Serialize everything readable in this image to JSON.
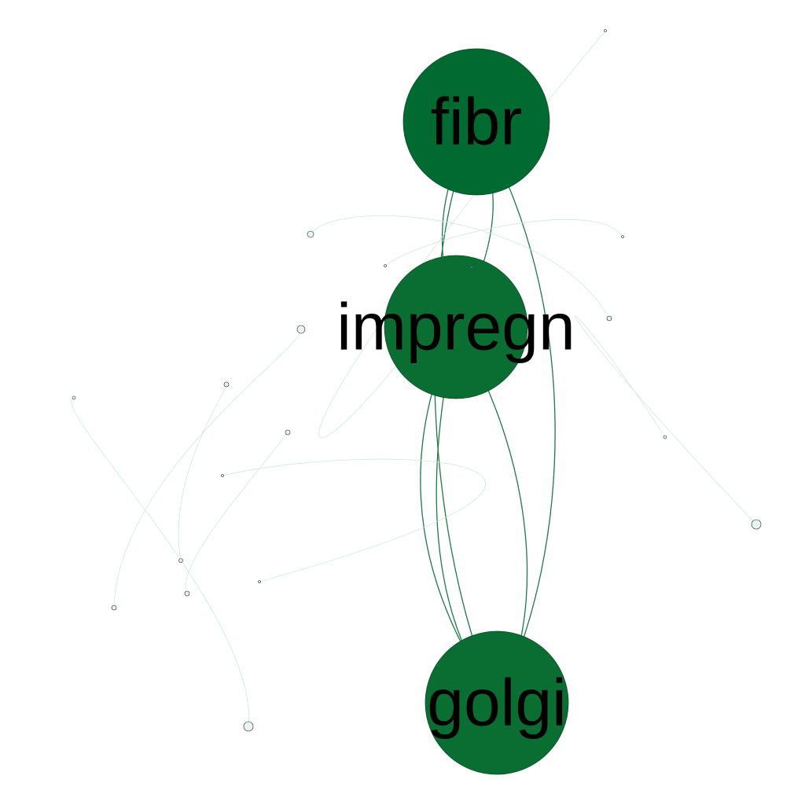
{
  "colors": {
    "big_node": "#0a6e33",
    "big_node_dark": "#006a30",
    "strong_edge": "#1f7a45",
    "weak_edge": "#cfe8dc",
    "small_node_fill": "#e8f4ee",
    "small_node_stroke": "#222222"
  },
  "graph": {
    "nodes": [
      {
        "id": "fibr",
        "label": "fibr",
        "size": "large"
      },
      {
        "id": "impregn",
        "label": "impregn",
        "size": "large"
      },
      {
        "id": "golgi",
        "label": "golgi",
        "size": "large"
      },
      {
        "id": "n1",
        "label": "",
        "size": "small"
      },
      {
        "id": "n2",
        "label": "",
        "size": "small"
      },
      {
        "id": "n3",
        "label": "",
        "size": "small"
      },
      {
        "id": "n4",
        "label": "",
        "size": "small"
      },
      {
        "id": "n5",
        "label": "",
        "size": "small"
      },
      {
        "id": "n6",
        "label": "",
        "size": "small"
      },
      {
        "id": "n7",
        "label": "",
        "size": "small"
      },
      {
        "id": "n8",
        "label": "",
        "size": "small"
      },
      {
        "id": "n9",
        "label": "",
        "size": "small"
      },
      {
        "id": "n10",
        "label": "",
        "size": "small"
      },
      {
        "id": "n11",
        "label": "",
        "size": "small"
      },
      {
        "id": "n12",
        "label": "",
        "size": "small"
      },
      {
        "id": "n13",
        "label": "",
        "size": "small"
      },
      {
        "id": "n14",
        "label": "",
        "size": "small"
      },
      {
        "id": "n15",
        "label": "",
        "size": "small"
      },
      {
        "id": "n16",
        "label": "",
        "size": "small"
      },
      {
        "id": "n17",
        "label": "",
        "size": "small"
      },
      {
        "id": "n18",
        "label": "",
        "size": "small"
      }
    ],
    "edges": [
      {
        "source": "fibr",
        "target": "impregn",
        "weight": "strong"
      },
      {
        "source": "fibr",
        "target": "impregn",
        "weight": "strong"
      },
      {
        "source": "fibr",
        "target": "golgi",
        "weight": "strong"
      },
      {
        "source": "fibr",
        "target": "golgi",
        "weight": "strong"
      },
      {
        "source": "impregn",
        "target": "golgi",
        "weight": "strong"
      },
      {
        "source": "impregn",
        "target": "golgi",
        "weight": "strong"
      },
      {
        "source": "impregn",
        "target": "golgi",
        "weight": "strong"
      },
      {
        "source": "n1",
        "target": "n10",
        "weight": "weak"
      },
      {
        "source": "n2",
        "target": "n11",
        "weight": "weak"
      },
      {
        "source": "n3",
        "target": "n12",
        "weight": "weak"
      },
      {
        "source": "n4",
        "target": "n13",
        "weight": "weak"
      },
      {
        "source": "n5",
        "target": "n14",
        "weight": "weak"
      },
      {
        "source": "n6",
        "target": "n15",
        "weight": "weak"
      },
      {
        "source": "n7",
        "target": "n16",
        "weight": "weak"
      },
      {
        "source": "n8",
        "target": "n17",
        "weight": "weak"
      },
      {
        "source": "n9",
        "target": "n18",
        "weight": "weak"
      }
    ]
  }
}
